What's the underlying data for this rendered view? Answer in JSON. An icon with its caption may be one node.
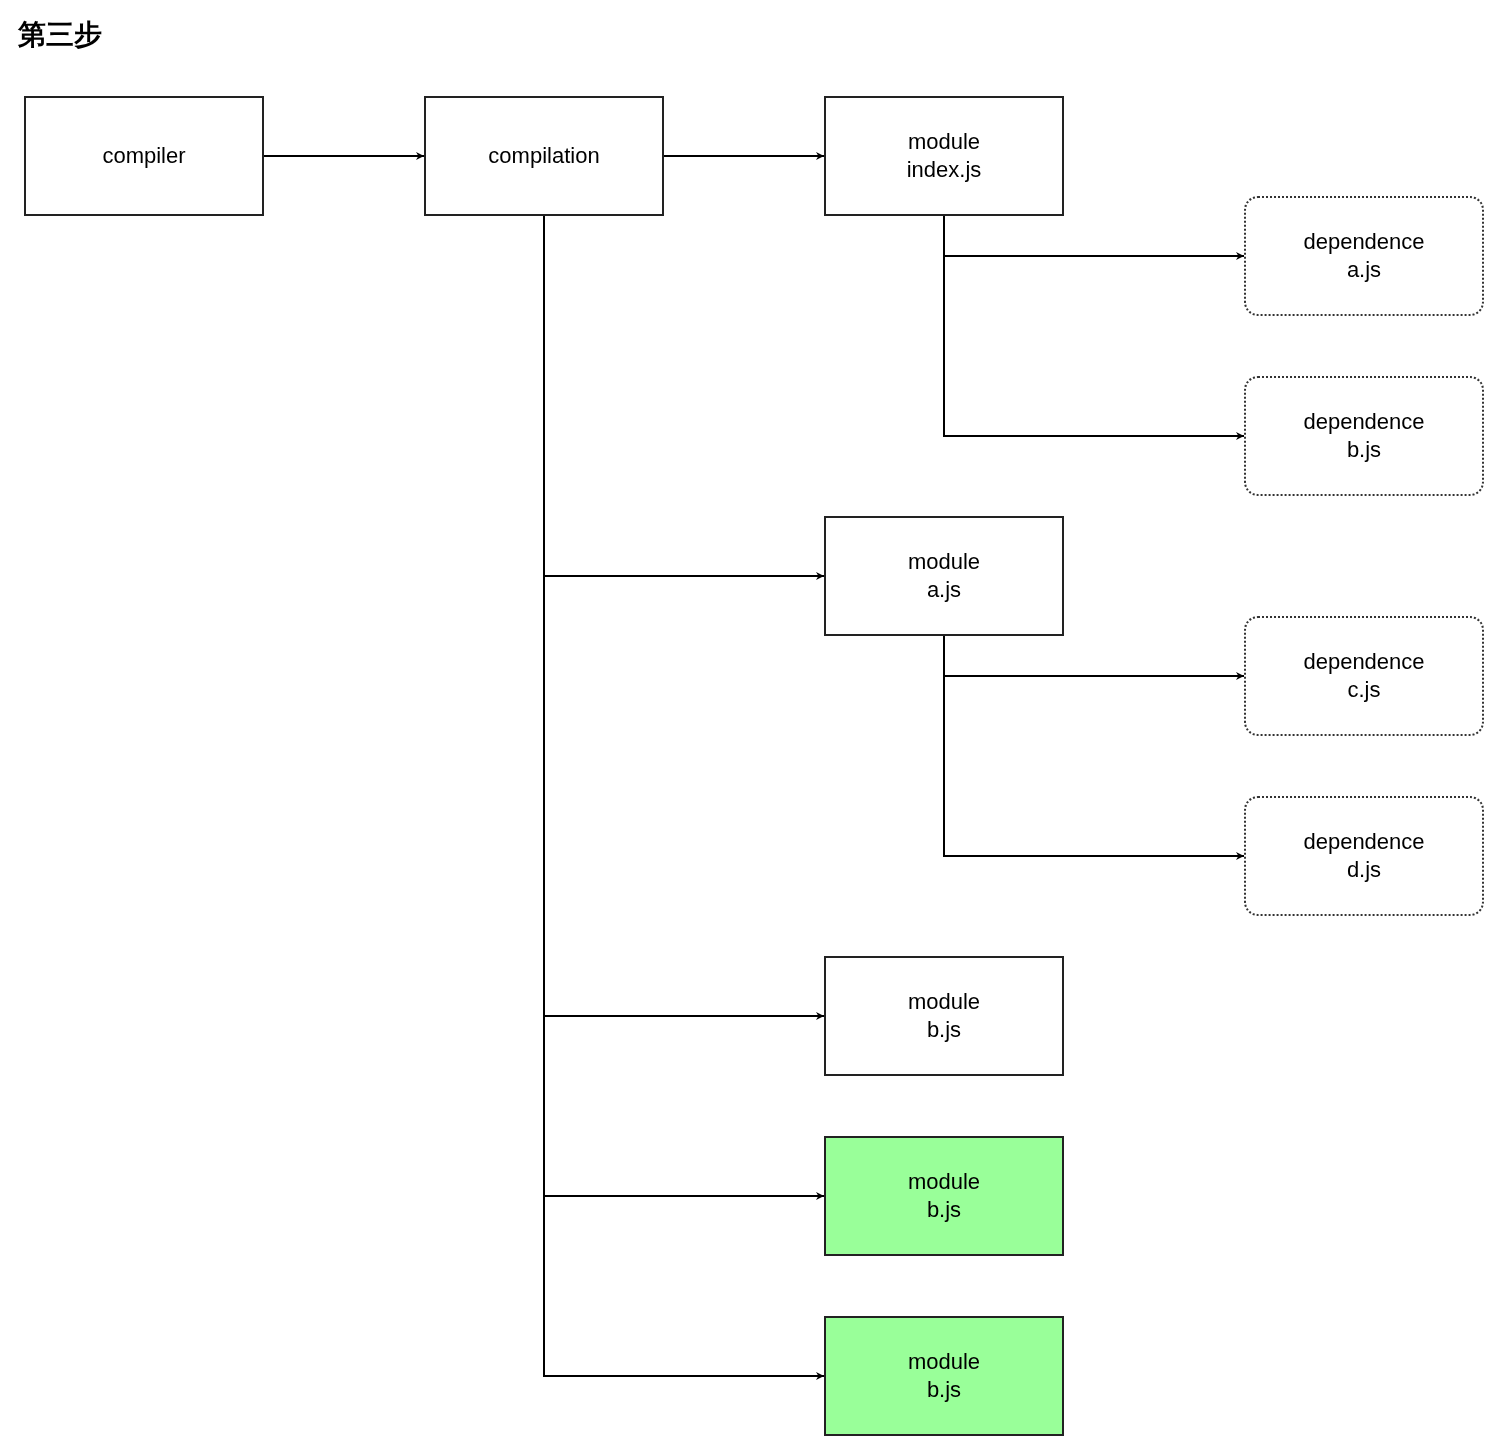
{
  "diagram": {
    "title": "第三步",
    "nodes": [
      {
        "text": [
          "compiler"
        ]
      },
      {
        "text": [
          "compilation"
        ]
      },
      {
        "text": [
          "module index.js"
        ]
      },
      {
        "text": [
          "dependence a.js"
        ]
      },
      {
        "text": [
          "dependence b.js"
        ]
      },
      {
        "text": [
          "module a.js"
        ]
      },
      {
        "text": [
          "dependence c.js"
        ]
      },
      {
        "text": [
          "dependence d.js"
        ]
      },
      {
        "text": [
          "module b.js"
        ]
      },
      {
        "text": [
          "module b.js"
        ]
      },
      {
        "text": [
          "module b.js"
        ]
      }
    ],
    "edges": [
      {
        "from": 0,
        "to": 1,
        "arrow": "to"
      },
      {
        "from": 1,
        "to": 2,
        "arrow": "to"
      },
      {
        "from": 2,
        "to": 3,
        "arrow": "to"
      },
      {
        "from": 2,
        "to": 4,
        "arrow": "to"
      },
      {
        "from": 1,
        "to": 5,
        "arrow": "to"
      },
      {
        "from": 5,
        "to": 6,
        "arrow": "to"
      },
      {
        "from": 5,
        "to": 7,
        "arrow": "to"
      },
      {
        "from": 1,
        "to": 8,
        "arrow": "to"
      },
      {
        "from": 1,
        "to": 9,
        "arrow": "to"
      },
      {
        "from": 1,
        "to": 10,
        "arrow": "to"
      }
    ]
  }
}
